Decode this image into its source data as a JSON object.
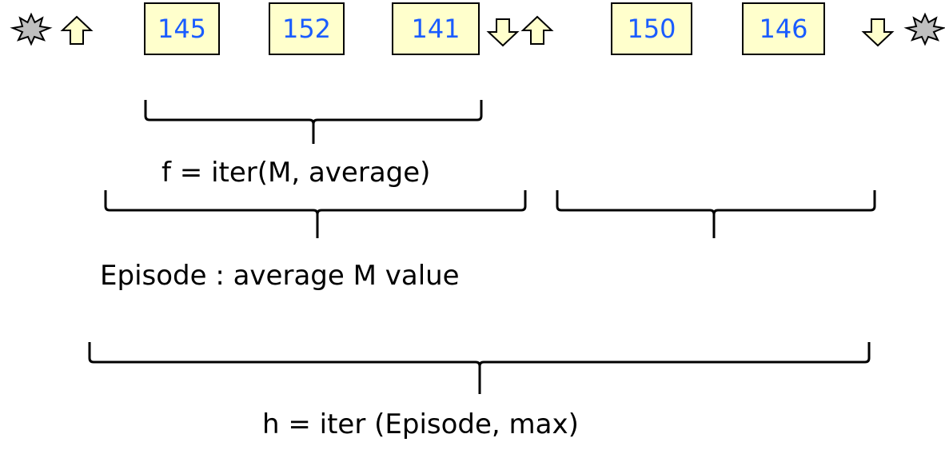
{
  "values": [
    "145",
    "152",
    "141",
    "150",
    "146"
  ],
  "labels": {
    "f": "f = iter(M, average)",
    "episode": "Episode :  average M value",
    "h": "h = iter (Episode, max)"
  },
  "colors": {
    "box_fill": "#ffffcc",
    "box_border": "#000000",
    "value_text": "#1a5cff",
    "arrow_fill": "#ffffcc",
    "star_fill": "#bfbfbf"
  },
  "sequence": [
    "start-star",
    "up-arrow",
    "145",
    "152",
    "141",
    "down-arrow",
    "up-arrow",
    "150",
    "146",
    "down-arrow",
    "end-star"
  ]
}
